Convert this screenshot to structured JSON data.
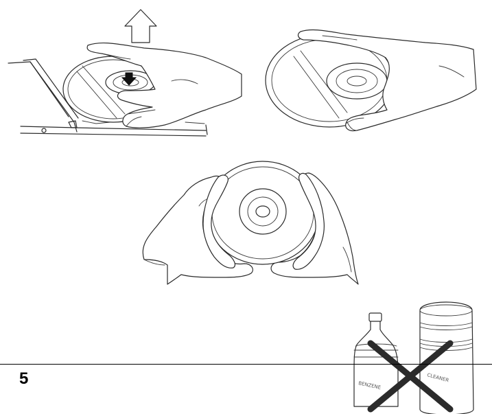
{
  "page": {
    "number": "5"
  },
  "illustrations": {
    "remove_disc": {
      "icon": "up-arrow-icon"
    },
    "hold_disc_one_hand": {},
    "hold_disc_two_hands": {},
    "no_chemicals": {
      "bottle_label": "BENZENE",
      "can_label": "CLEANER",
      "cross_color": "#2b2b2b"
    }
  }
}
